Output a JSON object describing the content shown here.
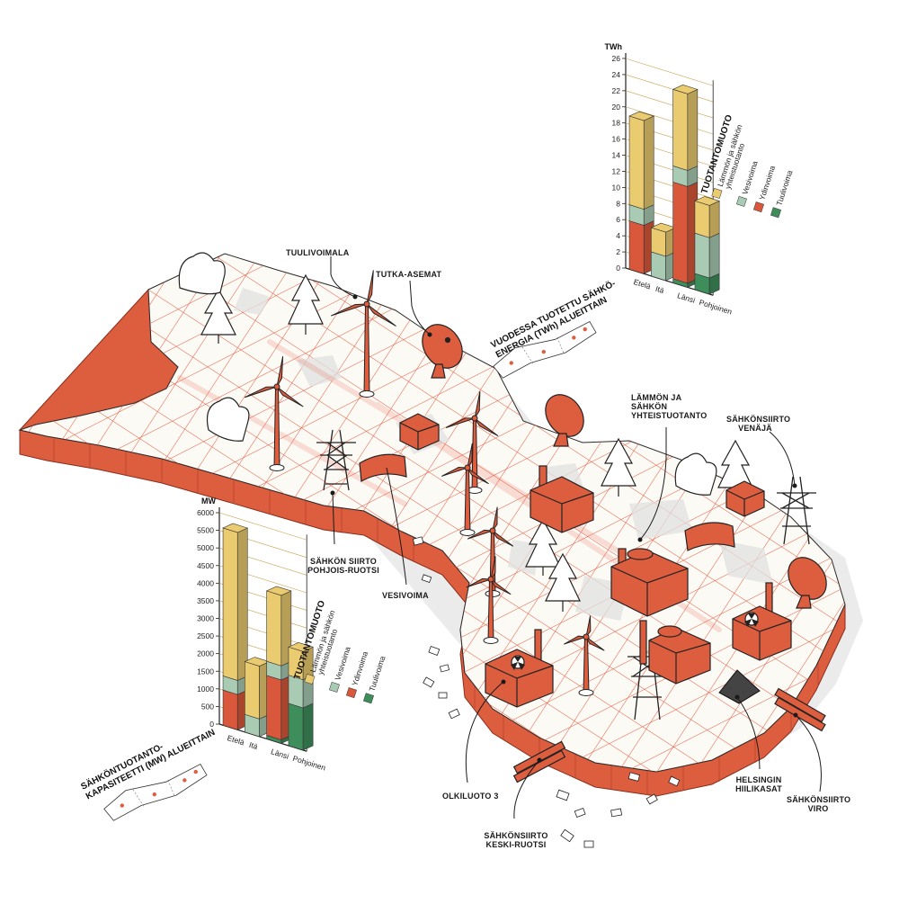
{
  "map_labels": {
    "tuulivoimala": "TUULIVOIMALA",
    "tutka": "TUTKA-ASEMAT",
    "lammon_1": "LÄMMÖN JA",
    "lammon_2": "SÄHKÖN",
    "lammon_3": "YHTEISTUOTANTO",
    "venaja_1": "SÄHKÖNSIIRTO",
    "venaja_2": "VENÄJÄ",
    "pohjois_1": "SÄHKÖN SIIRTO",
    "pohjois_2": "POHJOIS-RUOTSI",
    "vesivoima": "VESIVOIMA",
    "olkiluoto": "OLKILUOTO 3",
    "keski_1": "SÄHKÖNSIIRTO",
    "keski_2": "KESKI-RUOTSI",
    "hiili_1": "HELSINGIN",
    "hiili_2": "HIILIKASAT",
    "viro_1": "SÄHKÖNSIIRTO",
    "viro_2": "VIRO"
  },
  "colors": {
    "chp": "#EBCB70",
    "hydro": "#A9CBB4",
    "nuclear": "#D9573A",
    "wind": "#3E8E5B",
    "map_red": "#DD5D3F",
    "map_dark": "#B8432B",
    "grid": "#E8553A"
  },
  "legend_title": "TUOTANTOMUOTO",
  "legend_items": [
    {
      "line1": "Lämmön ja sähkön",
      "line2": "yhteistuotanto",
      "color_key": "chp"
    },
    {
      "line1": "Vesivoima",
      "line2": "",
      "color_key": "hydro"
    },
    {
      "line1": "Ydinvoima",
      "line2": "",
      "color_key": "nuclear"
    },
    {
      "line1": "Tuulivoima",
      "line2": "",
      "color_key": "wind"
    }
  ],
  "chart_data": [
    {
      "type": "bar",
      "stacked": true,
      "title_line1": "VUODESSA TUOTETTU SÄHKÖ-",
      "title_line2": "ENERGIA (TWh) ALUEITTAIN",
      "unit": "TWh",
      "categories": [
        "Etelä",
        "Itä",
        "Länsi",
        "Pohjoinen"
      ],
      "ylim": [
        0,
        26
      ],
      "yticks": [
        0,
        2,
        4,
        6,
        8,
        10,
        12,
        14,
        16,
        18,
        20,
        22,
        24,
        26
      ],
      "series": [
        {
          "key": "wind",
          "values": [
            0,
            0,
            0.5,
            2
          ]
        },
        {
          "key": "nuclear",
          "values": [
            6,
            0,
            12,
            0
          ]
        },
        {
          "key": "hydro",
          "values": [
            2,
            3,
            2,
            5
          ]
        },
        {
          "key": "chp",
          "values": [
            11,
            3,
            9.5,
            4
          ]
        }
      ]
    },
    {
      "type": "bar",
      "stacked": true,
      "title_line1": "SÄHKÖNTUOTANTO-",
      "title_line2": "KAPASITEETTI (MW) ALUEITTAIN",
      "unit": "MW",
      "categories": [
        "Etelä",
        "Itä",
        "Länsi",
        "Pohjoinen"
      ],
      "ylim": [
        0,
        6000
      ],
      "yticks": [
        0,
        500,
        1000,
        1500,
        2000,
        2500,
        3000,
        3500,
        4000,
        4500,
        5000,
        5500,
        6000
      ],
      "series": [
        {
          "key": "wind",
          "values": [
            0,
            0,
            100,
            1200
          ]
        },
        {
          "key": "nuclear",
          "values": [
            1000,
            0,
            1700,
            0
          ]
        },
        {
          "key": "hydro",
          "values": [
            400,
            500,
            400,
            800
          ]
        },
        {
          "key": "chp",
          "values": [
            4200,
            1500,
            2000,
            800
          ]
        }
      ]
    }
  ]
}
